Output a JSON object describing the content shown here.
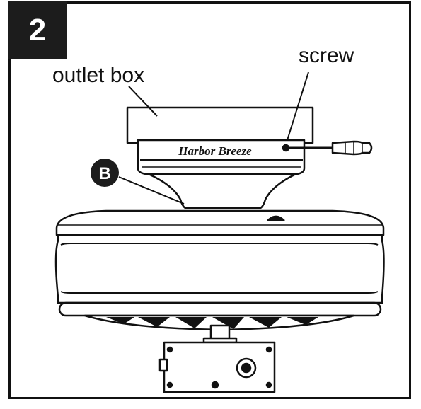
{
  "step": {
    "number": "2"
  },
  "labels": {
    "outlet_box": "outlet box",
    "screw": "screw"
  },
  "marker": {
    "letter": "B"
  },
  "brand": {
    "name": "Harbor Breeze"
  },
  "colors": {
    "ink": "#111111",
    "badge": "#1c1c1c",
    "background": "#ffffff"
  },
  "icons": [
    "screwdriver-icon",
    "callout-marker-b",
    "ceiling-fan-motor-housing",
    "switch-housing"
  ]
}
